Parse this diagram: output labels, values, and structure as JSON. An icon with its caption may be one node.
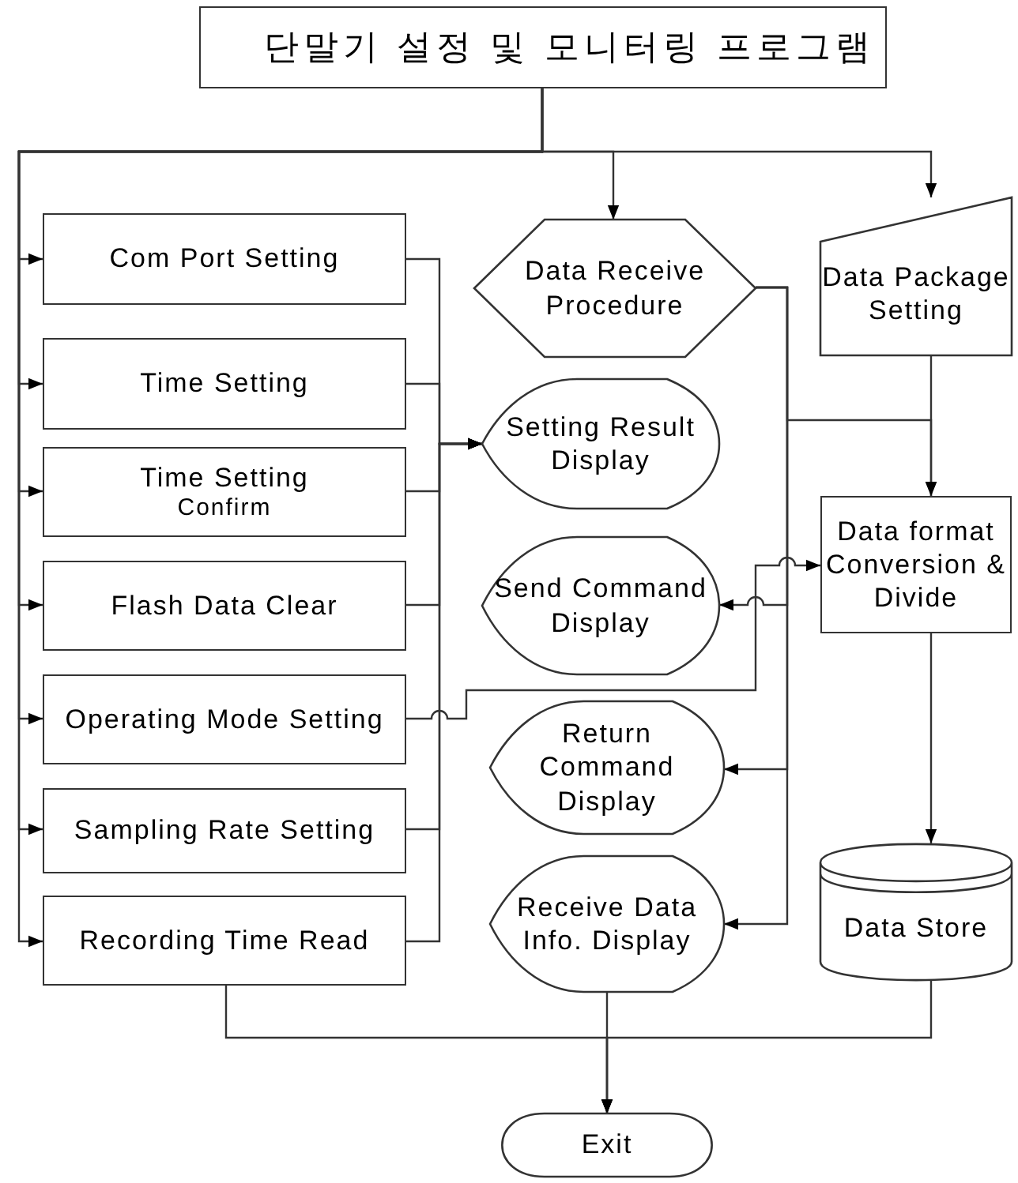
{
  "diagram": {
    "nodes": [
      {
        "text": [
          "단말기 설정 및 모니터링 프로그램"
        ]
      },
      {
        "text": [
          "Com Port Setting"
        ]
      },
      {
        "text": [
          "Time Setting"
        ]
      },
      {
        "text": [
          "Time Setting",
          "Confirm"
        ]
      },
      {
        "text": [
          "Flash Data Clear"
        ]
      },
      {
        "text": [
          "Operating Mode Setting"
        ]
      },
      {
        "text": [
          "Sampling Rate Setting"
        ]
      },
      {
        "text": [
          "Recording Time Read"
        ]
      },
      {
        "text": [
          "Data Receive Procedure"
        ]
      },
      {
        "text": [
          "Setting Result Display"
        ]
      },
      {
        "text": [
          "Send Command Display"
        ]
      },
      {
        "text": [
          "Return Command Display"
        ]
      },
      {
        "text": [
          "Receive Data Info. Display"
        ]
      },
      {
        "text": [
          "Data Package Setting"
        ]
      },
      {
        "text": [
          "Data format Conversion & Divide"
        ]
      },
      {
        "text": [
          "Data Store"
        ]
      },
      {
        "text": [
          "Exit"
        ]
      }
    ],
    "edges": [
      {
        "from": 0,
        "to": 1,
        "arrow": "to"
      },
      {
        "from": 0,
        "to": 2,
        "arrow": "to"
      },
      {
        "from": 0,
        "to": 3,
        "arrow": "to"
      },
      {
        "from": 0,
        "to": 4,
        "arrow": "to"
      },
      {
        "from": 0,
        "to": 5,
        "arrow": "to"
      },
      {
        "from": 0,
        "to": 6,
        "arrow": "to"
      },
      {
        "from": 0,
        "to": 7,
        "arrow": "to"
      },
      {
        "from": 0,
        "to": 8,
        "arrow": "to"
      },
      {
        "from": 0,
        "to": 13,
        "arrow": "to"
      },
      {
        "from": 1,
        "to": 9,
        "arrow": "to"
      },
      {
        "from": 2,
        "to": 9,
        "arrow": "to"
      },
      {
        "from": 3,
        "to": 9,
        "arrow": "to"
      },
      {
        "from": 4,
        "to": 9,
        "arrow": "to"
      },
      {
        "from": 6,
        "to": 9,
        "arrow": "to"
      },
      {
        "from": 7,
        "to": 9,
        "arrow": "to"
      },
      {
        "from": 5,
        "to": 14,
        "arrow": "to"
      },
      {
        "from": 8,
        "to": 10,
        "arrow": "to"
      },
      {
        "from": 8,
        "to": 11,
        "arrow": "to"
      },
      {
        "from": 8,
        "to": 12,
        "arrow": "to"
      },
      {
        "from": 8,
        "to": 14,
        "arrow": "to"
      },
      {
        "from": 13,
        "to": 14,
        "arrow": "to"
      },
      {
        "from": 14,
        "to": 15,
        "arrow": "to"
      },
      {
        "from": 7,
        "to": 16,
        "arrow": "to"
      },
      {
        "from": 15,
        "to": 16,
        "arrow": "to"
      },
      {
        "from": 12,
        "to": 16,
        "arrow": "to"
      }
    ]
  }
}
